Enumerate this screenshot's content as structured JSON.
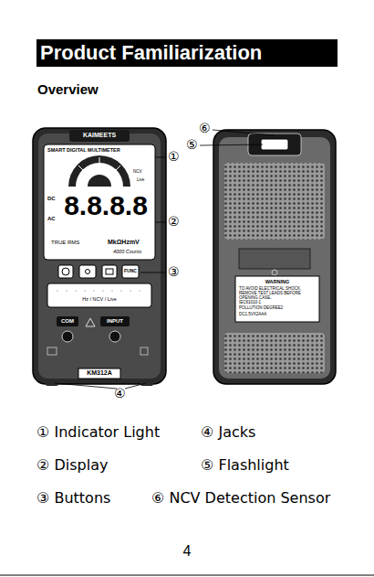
{
  "diagram": {
    "title": "Product Familiarization",
    "labels": [
      "Overview",
      "①",
      "②",
      "③",
      "④",
      "⑥",
      "⑤",
      "KAIMEETS",
      "SMART DIGITAL MULTIMETER",
      "NCV",
      "Live",
      "DC",
      "AC",
      "8.8.8.8",
      "TRUE RMS",
      "MkΩHzmV",
      "4000 Counts",
      "FUNC",
      "Hz / NCV / Live",
      "COM",
      "INPUT",
      "KM312A",
      "WARNING",
      "TO AVOID ELECTRICAL SHOCK, REMOVE TEST LEADS BEFORE OPENING CASE.",
      "IEC61010-1",
      "POLLUTION DEGREE2",
      "DC1.5VX2AAA",
      "① Indicator Light",
      "② Display",
      "③ Buttons",
      "④ Jacks",
      "⑤ Flashlight",
      "⑥ NCV Detection Sensor",
      "4"
    ]
  }
}
